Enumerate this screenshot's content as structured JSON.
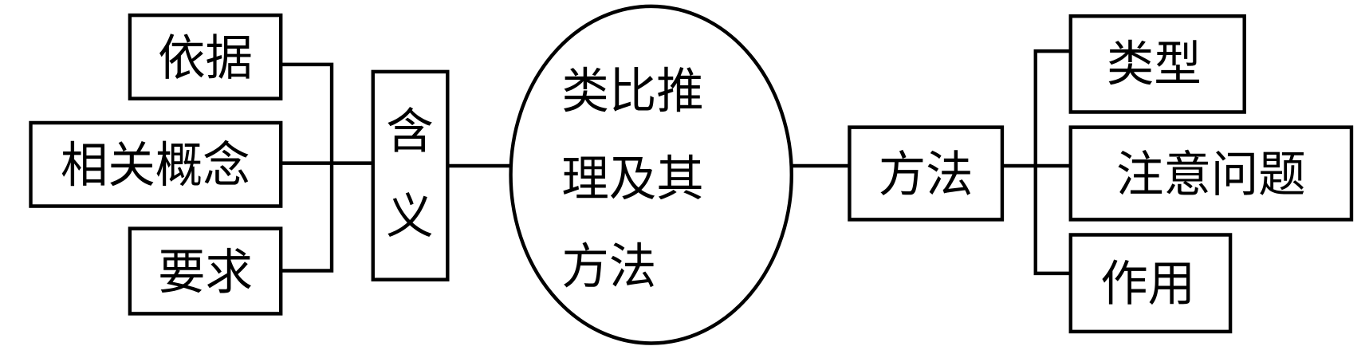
{
  "center": {
    "lines": [
      "类比推",
      "理及其",
      "方法"
    ]
  },
  "left": {
    "meaning": {
      "chars": [
        "含",
        "义"
      ]
    },
    "items": [
      "依据",
      "相关概念",
      "要求"
    ]
  },
  "right": {
    "method": "方法",
    "items": [
      "类型",
      "注意问题",
      "作用"
    ]
  }
}
